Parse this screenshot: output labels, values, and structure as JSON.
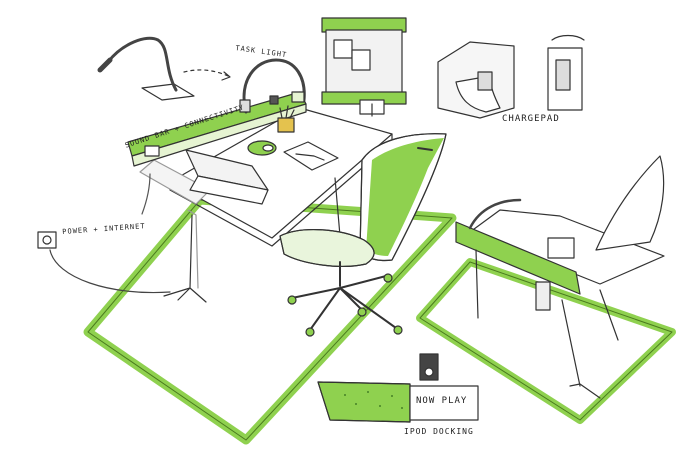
{
  "labels": {
    "task_light": "TASK LIGHT",
    "sound_bar": "SOUND BAR + CONNECTIVITY",
    "chargepad": "CHARGEPAD",
    "power_internet": "POWER + INTERNET",
    "now_play": "NOW PLAY",
    "ipod_docking": "IPOD DOCKING"
  },
  "colors": {
    "accent_green": "#8fd14f",
    "ink": "#333333",
    "grey": "#b8b8b8"
  }
}
